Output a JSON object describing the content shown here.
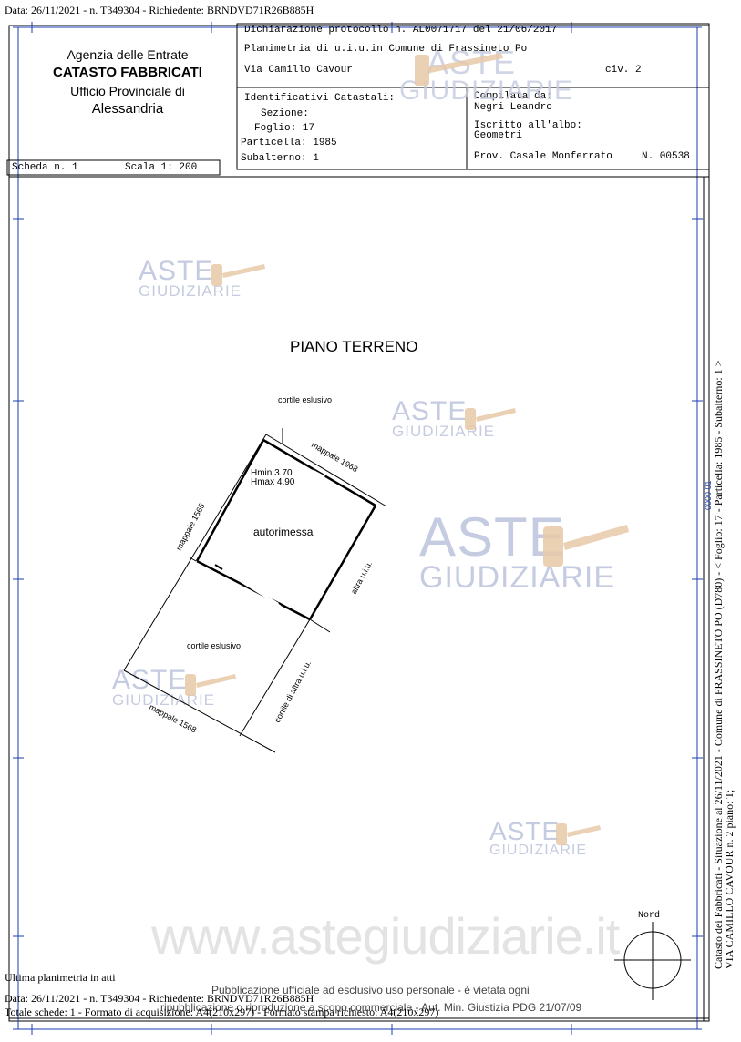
{
  "top_line": "Data: 26/11/2021 - n. T349304 - Richiedente: BRNDVD71R26B885H",
  "agency": {
    "line1": "Agenzia delle Entrate",
    "line2": "CATASTO FABBRICATI",
    "line3": "Ufficio Provinciale di",
    "line4": "Alessandria"
  },
  "header": {
    "dichiarazione": "Dichiarazione protocollo n. AL0071717 del  21/06/2017",
    "planimetria": "Planimetria di u.i.u.in Comune di Frassineto Po",
    "via": "Via Camillo Cavour",
    "civ": "civ. 2",
    "identificativi": "Identificativi Catastali:",
    "sezione": "Sezione:",
    "foglio": "Foglio: 17",
    "particella": "Particella: 1985",
    "subalterno": "Subalterno: 1",
    "compilata": "Compilata da:",
    "compilatore": "Negri Leandro",
    "iscritto": "Iscritto all'albo:",
    "albo": "Geometri",
    "prov": "Prov. Casale Monferrato",
    "numero": "N. 00538"
  },
  "scheda": "Scheda n. 1",
  "scala": "Scala 1: 200",
  "plan": {
    "title": "PIANO TERRENO",
    "cortile_top": "cortile eslusivo",
    "mappale_1968": "mappale 1968",
    "hmin": "Hmin 3.70",
    "hmax": "Hmax 4.90",
    "autorimessa": "autorimessa",
    "mappale_1565": "mappale 1565",
    "altra_uiu": "altra u.i.u.",
    "cortile_bottom": "cortile eslusivo",
    "cortile_altra": "cortile di altra u.i.u.",
    "mappale_1568": "mappale 1568",
    "nord": "Nord"
  },
  "side_text": {
    "line1": "Catasto dei Fabbricati - Situazione al 26/11/2021 - Comune di FRASSINETO PO (D780) - < Foglio: 17 - Particella: 1985 - Subalterno: 1 >",
    "line2": "VIA CAMILLO CAVOUR n. 2 piano: T;",
    "small_mark": "0000 01"
  },
  "watermark": {
    "aste": "ASTE",
    "giudiziarie": "GIUDIZIARIE",
    "url": "www.astegiudiziarie.it",
    "pub1": "Pubblicazione ufficiale ad esclusivo uso personale - è vietata ogni",
    "pub2": "ripubblicazione o riproduzione a scopo commerciale - Aut. Min. Giustizia PDG 21/07/09"
  },
  "footer": {
    "ultima": "Ultima planimetria in atti",
    "data": "Data: 26/11/2021 - n. T349304 - Richiedente: BRNDVD71R26B885H",
    "totale": "Totale schede: 1 - Formato di acquisizione: A4(210x297) - Formato stampa richiesto: A4(210x297)"
  }
}
